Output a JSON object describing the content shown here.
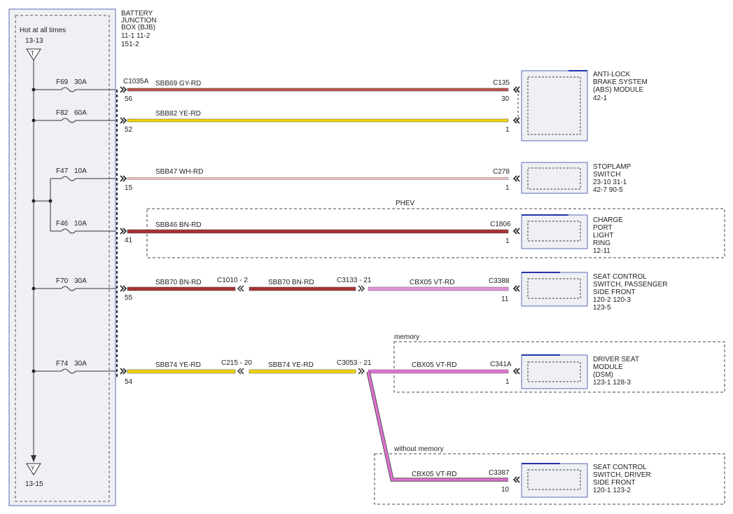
{
  "bjb": {
    "hot_label": "Hot at all times",
    "top_ref": "13-13",
    "top_letter": "T",
    "bottom_ref": "13-15",
    "bottom_letter": "Y",
    "title_lines": [
      "BATTERY",
      "JUNCTION",
      "BOX (BJB)",
      "11-1     11-2",
      "151-2"
    ]
  },
  "fuses": [
    {
      "id": "F69",
      "rating": "30A"
    },
    {
      "id": "F82",
      "rating": "60A"
    },
    {
      "id": "F47",
      "rating": "10A"
    },
    {
      "id": "F46",
      "rating": "10A"
    },
    {
      "id": "F70",
      "rating": "30A"
    },
    {
      "id": "F74",
      "rating": "30A"
    }
  ],
  "bjb_connector": "C1035A",
  "bjb_pins": [
    "56",
    "52",
    "15",
    "41",
    "55",
    "54"
  ],
  "circuits": [
    {
      "label": "SBB69   GY-RD",
      "color": "#c0504d"
    },
    {
      "label": "SBB82   YE-RD",
      "color": "#f2d500"
    },
    {
      "label": "SBB47   WH-RD",
      "color": "#f0c0c0"
    },
    {
      "label": "SBB46   BN-RD",
      "color": "#a83232"
    },
    {
      "label": "SBB70   BN-RD",
      "color": "#a83232"
    },
    {
      "label": "SBB74   YE-RD",
      "color": "#f2d500"
    }
  ],
  "inline_splices": {
    "row5": {
      "c1": "C1010 -  2",
      "mid_label": "SBB70   BN-RD",
      "c2": "C3133 -  21",
      "right_label": "CBX05   VT-RD",
      "right_color": "#e090d8"
    },
    "row6": {
      "c1": "C215  -  20",
      "mid_label": "SBB74   YE-RD",
      "c2": "C3053 -  21",
      "right_label": "CBX05   VT-RD",
      "right_color": "#e070d0"
    },
    "row7": {
      "label": "CBX05   VT-RD"
    }
  },
  "groups": {
    "phev": "PHEV",
    "memory": "memory",
    "without_memory": "without memory"
  },
  "modules": [
    {
      "connector": "C135",
      "pins": [
        "30",
        "1"
      ],
      "lines": [
        "ANTI-LOCK",
        "BRAKE SYSTEM",
        "(ABS) MODULE",
        "42-1"
      ]
    },
    {
      "connector": "C278",
      "pins": [
        "1"
      ],
      "lines": [
        "STOPLAMP",
        "SWITCH",
        "23-10   31-1",
        "42-7    90-5"
      ]
    },
    {
      "connector": "C1806",
      "pins": [
        "1"
      ],
      "lines": [
        "CHARGE",
        "PORT",
        "LIGHT",
        "RING",
        "12-11"
      ]
    },
    {
      "connector": "C3388",
      "pins": [
        "11"
      ],
      "lines": [
        "SEAT CONTROL",
        "SWITCH, PASSENGER",
        "SIDE FRONT",
        "120-2   120-3",
        "123-5"
      ]
    },
    {
      "connector": "C341A",
      "pins": [
        "1"
      ],
      "lines": [
        "DRIVER SEAT",
        "MODULE",
        "(DSM)",
        "123-1   128-3"
      ]
    },
    {
      "connector": "C3387",
      "pins": [
        "10"
      ],
      "lines": [
        "SEAT CONTROL",
        "SWITCH, DRIVER",
        "SIDE FRONT",
        "120-1   123-2"
      ]
    }
  ]
}
